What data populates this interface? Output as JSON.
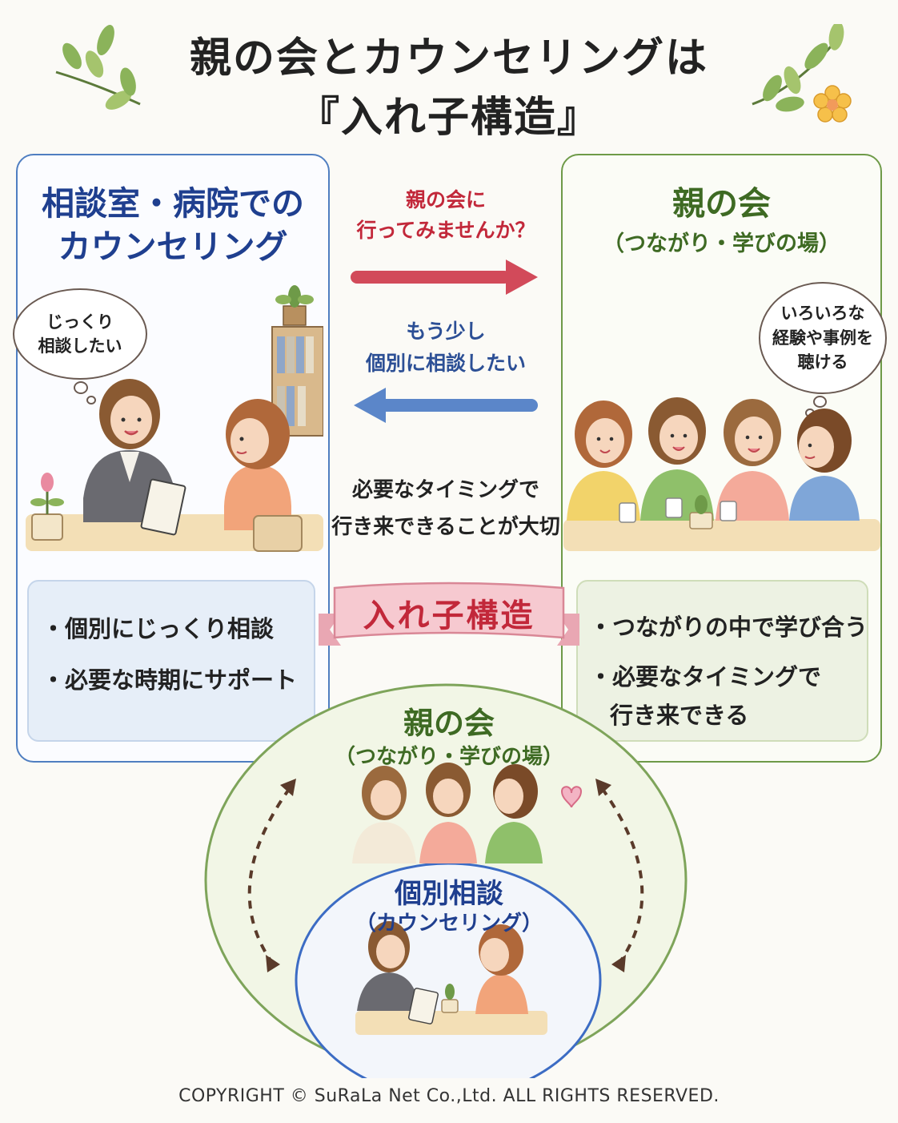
{
  "title": {
    "line1": "親の会とカウンセリングは",
    "line2": "『入れ子構造』"
  },
  "left_panel": {
    "title_line1": "相談室・病院での",
    "title_line2": "カウンセリング",
    "thought_line1": "じっくり",
    "thought_line2": "相談したい",
    "bullets": [
      "・個別にじっくり相談",
      "・必要な時期にサポート"
    ]
  },
  "right_panel": {
    "title": "親の会",
    "subtitle": "（つながり・学びの場）",
    "thought_line1": "いろいろな",
    "thought_line2": "経験や事例を",
    "thought_line3": "聴ける",
    "bullets": [
      "・つながりの中で学び合う",
      "・必要なタイミングで",
      "行き来できる"
    ]
  },
  "middle": {
    "arrow_right_line1": "親の会に",
    "arrow_right_line2": "行ってみませんか？",
    "arrow_left_line1": "もう少し",
    "arrow_left_line2": "個別に相談したい",
    "note_line1": "必要なタイミングで",
    "note_line2": "行き来できることが大切",
    "ribbon": "入れ子構造"
  },
  "nested": {
    "outer_title": "親の会",
    "outer_subtitle": "（つながり・学びの場）",
    "inner_title": "個別相談",
    "inner_subtitle": "（カウンセリング）"
  },
  "copyright": "COPYRIGHT © SuRaLa Net Co.,Ltd. ALL RIGHTS RESERVED.",
  "colors": {
    "blue_border": "#4f7ec1",
    "green_border": "#6e9a48",
    "red_arrow": "#d24a5a",
    "blue_arrow": "#5b86c9",
    "ribbon_pink": "#f6c9d0"
  }
}
